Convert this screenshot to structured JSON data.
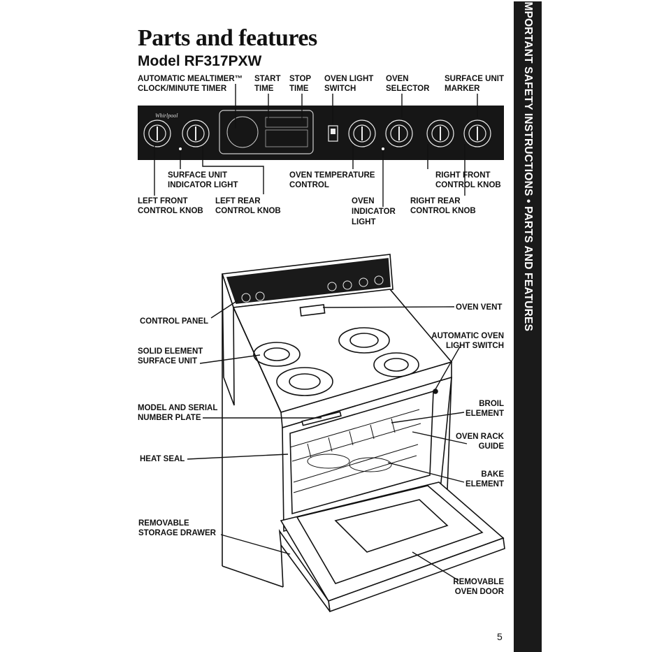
{
  "header": {
    "title": "Parts and features",
    "model": "Model RF317PXW"
  },
  "sidebar": {
    "text": "IMPORTANT SAFETY INSTRUCTIONS • PARTS AND FEATURES"
  },
  "panel_labels": {
    "mealtimer": "AUTOMATIC MEALTIMER™\nCLOCK/MINUTE TIMER",
    "start_time": "START\nTIME",
    "stop_time": "STOP\nTIME",
    "oven_light_switch": "OVEN LIGHT\nSWITCH",
    "oven_selector": "OVEN\nSELECTOR",
    "surface_unit_marker": "SURFACE UNIT\nMARKER",
    "surface_unit_indicator_light": "SURFACE UNIT\nINDICATOR LIGHT",
    "oven_temperature_control": "OVEN TEMPERATURE\nCONTROL",
    "right_front_control_knob": "RIGHT FRONT\nCONTROL KNOB",
    "left_front_control_knob": "LEFT FRONT\nCONTROL KNOB",
    "left_rear_control_knob": "LEFT REAR\nCONTROL KNOB",
    "oven_indicator_light": "OVEN\nINDICATOR\nLIGHT",
    "right_rear_control_knob": "RIGHT REAR\nCONTROL KNOB"
  },
  "range_labels": {
    "control_panel": "CONTROL PANEL",
    "oven_vent": "OVEN VENT",
    "solid_element": "SOLID ELEMENT\nSURFACE UNIT",
    "automatic_oven_light_switch": "AUTOMATIC OVEN\nLIGHT SWITCH",
    "model_serial_plate": "MODEL AND SERIAL\nNUMBER PLATE",
    "broil_element": "BROIL\nELEMENT",
    "oven_rack_guide": "OVEN RACK\nGUIDE",
    "heat_seal": "HEAT SEAL",
    "bake_element": "BAKE\nELEMENT",
    "storage_drawer": "REMOVABLE\nSTORAGE DRAWER",
    "oven_door": "REMOVABLE\nOVEN DOOR"
  },
  "panel_brand": "Whirlpool",
  "page_number": "5"
}
